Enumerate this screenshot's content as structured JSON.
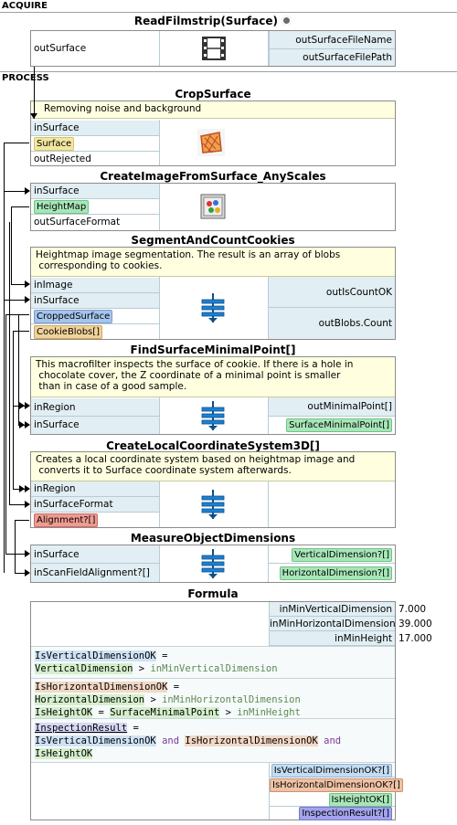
{
  "sections": {
    "acquire": "ACQUIRE",
    "process": "PROCESS"
  },
  "filters": {
    "read": {
      "title": "ReadFilmstrip(Surface)",
      "in": [
        "outSurface"
      ],
      "out": [
        "outSurfaceFileName",
        "outSurfaceFilePath"
      ],
      "icon": "filmstrip-icon"
    },
    "crop": {
      "title": "CropSurface",
      "comment": "Removing noise and background",
      "in": [
        "inSurface",
        "Surface",
        "outRejected"
      ],
      "icon": "crop-surface-icon"
    },
    "image": {
      "title": "CreateImageFromSurface_AnyScales",
      "in": [
        "inSurface",
        "HeightMap",
        "outSurfaceFormat"
      ],
      "icon": "image-from-surface-icon"
    },
    "segment": {
      "title": "SegmentAndCountCookies",
      "comment_lines": [
        "Heightmap image segmentation. The result is an array of blobs",
        " corresponding to cookies."
      ],
      "in": [
        "inImage",
        "inSurface",
        "CroppedSurface",
        "CookieBlobs[]"
      ],
      "out": [
        "outIsCountOK",
        "outBlobs.Count"
      ],
      "icon": "macrofilter-icon"
    },
    "minpoint": {
      "title": "FindSurfaceMinimalPoint[]",
      "comment_lines": [
        "This macrofilter inspects the surface of cookie. If there is a hole in",
        " chocolate cover, the Z coordinate of a minimal point is smaller",
        " than in case of a good sample."
      ],
      "in": [
        "inRegion",
        "inSurface"
      ],
      "out": [
        "outMinimalPoint[]",
        "SurfaceMinimalPoint[]"
      ],
      "icon": "macrofilter-icon"
    },
    "coords": {
      "title": "CreateLocalCoordinateSystem3D[]",
      "comment_lines": [
        "Creates a local coordinate system based on heightmap image and",
        " converts it to Surface coordinate system afterwards."
      ],
      "in": [
        "inRegion",
        "inSurfaceFormat",
        "Alignment?[]"
      ],
      "icon": "macrofilter-icon"
    },
    "measure": {
      "title": "MeasureObjectDimensions",
      "in": [
        "inSurface",
        "inScanFieldAlignment?[]"
      ],
      "out": [
        "VerticalDimension?[]",
        "HorizontalDimension?[]"
      ],
      "icon": "macrofilter-icon"
    }
  },
  "formula": {
    "title": "Formula",
    "inputs": [
      {
        "name": "inMinVerticalDimension",
        "value": "7.000"
      },
      {
        "name": "inMinHorizontalDimension",
        "value": "39.000"
      },
      {
        "name": "inMinHeight",
        "value": "17.000"
      }
    ],
    "expr": {
      "v_name": "IsVerticalDimensionOK",
      "v_src": "VerticalDimension",
      "v_ref": "inMinVerticalDimension",
      "h_name": "IsHorizontalDimensionOK",
      "h_src": "HorizontalDimension",
      "h_ref": "inMinHorizontalDimension",
      "ht_name": "IsHeightOK",
      "ht_src": "SurfaceMinimalPoint",
      "ht_ref": "inMinHeight",
      "r_name": "InspectionResult",
      "eq": "=",
      "gt": ">",
      "and": "and"
    },
    "outputs": [
      "IsVerticalDimensionOK?[]",
      "IsHorizontalDimensionOK?[]",
      "IsHeightOK[]",
      "InspectionResult?[]"
    ]
  }
}
